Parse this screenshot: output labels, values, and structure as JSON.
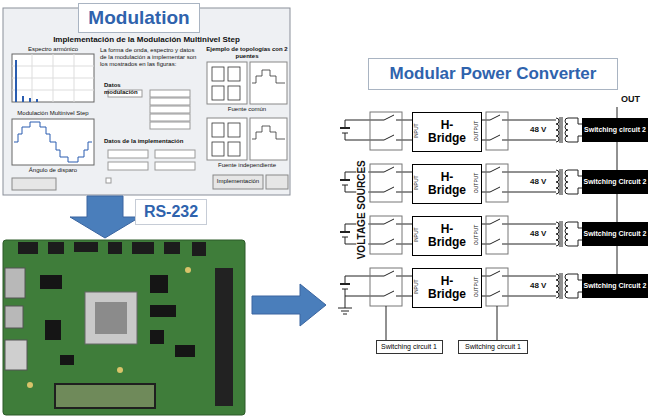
{
  "diagram": {
    "nodes": [
      {
        "text": [
          "Modulation"
        ]
      },
      {
        "text": [
          "RS-232"
        ]
      },
      {
        "text": [
          "Modular Power Converter"
        ]
      },
      {
        "text": [
          "H- Bridge"
        ]
      },
      {
        "text": [
          "H- Bridge"
        ]
      },
      {
        "text": [
          "H- Bridge"
        ]
      },
      {
        "text": [
          "H- Bridge"
        ]
      },
      {
        "text": [
          "Switching circuit 2"
        ]
      },
      {
        "text": [
          "Switching Circuit 2"
        ]
      },
      {
        "text": [
          "Switching Circuit 2"
        ]
      },
      {
        "text": [
          "Switching Circuit 2"
        ]
      },
      {
        "text": [
          "Switching circuit 1"
        ]
      },
      {
        "text": [
          "Switching circuit 1"
        ]
      }
    ],
    "labels": [
      "Implementación de la Modulación Multinivel Step",
      "La forma de onda, espectro y datos de la modulación a implementar son los mostrados en las figuras:",
      "Espectro armónico",
      "Modulación Multinivel Step",
      "Ángulo de disparo",
      "Datos modulación",
      "Ejemplo de topologías con 2 puentes",
      "Fuente común",
      "Fuente independiente",
      "Datos de la implementación",
      "Implementación",
      "VOLTAGE SOURCES",
      "OUT",
      "48 V",
      "48 V",
      "48 V",
      "48 V",
      "INPUT",
      "INPUT",
      "INPUT",
      "INPUT",
      "OUTPUT",
      "OUTPUT",
      "OUTPUT",
      "OUTPUT"
    ]
  }
}
